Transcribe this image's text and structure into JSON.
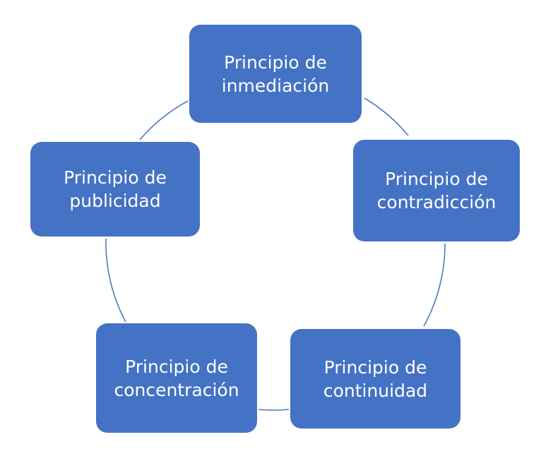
{
  "diagram": {
    "type": "basic-cycle",
    "colors": {
      "node_fill": "#4472c4",
      "node_text": "#ffffff",
      "connector": "#4f79c0",
      "background": "#ffffff"
    },
    "nodes": [
      {
        "label": "Principio de\ninmediación"
      },
      {
        "label": "Principio de\ncontradicción"
      },
      {
        "label": "Principio de\ncontinuidad"
      },
      {
        "label": "Principio de\nconcentración"
      },
      {
        "label": "Principio de\npublicidad"
      }
    ]
  }
}
